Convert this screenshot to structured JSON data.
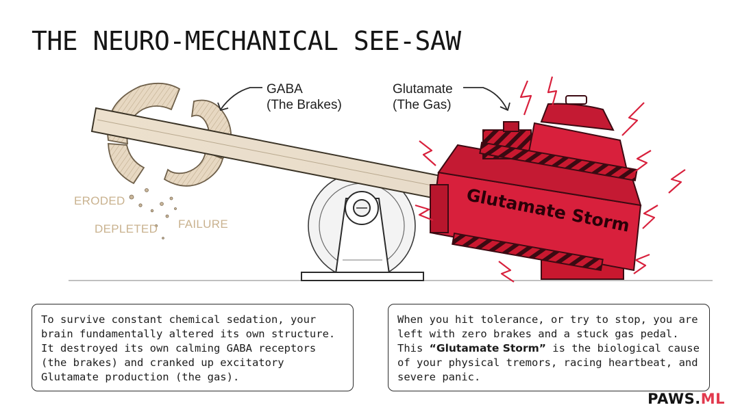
{
  "title": "THE NEURO-MECHANICAL SEE-SAW",
  "callouts": {
    "gaba": {
      "line1": "GABA",
      "line2": "(The Brakes)"
    },
    "glutamate": {
      "line1": "Glutamate",
      "line2": "(The Gas)"
    }
  },
  "tags": {
    "eroded": "ERODED",
    "depleted": "DEPLETED",
    "failure": "FAILURE"
  },
  "block_label": "Glutamate Storm",
  "panels": {
    "left": "To survive constant chemical sedation, your brain fundamentally altered its own structure. It destroyed its own calming GABA receptors (the brakes) and cranked up excitatory Glutamate production (the gas).",
    "right": {
      "before": "When you hit tolerance, or try to stop, you are left with zero brakes and a stuck gas pedal. This ",
      "bold": "“Glutamate Storm”",
      "after": " is the biological cause of your physical tremors, racing heartbeat, and severe panic."
    }
  },
  "brand": {
    "main": "PAWS.",
    "accent": "ML"
  },
  "colors": {
    "gaba": "#e7d8c2",
    "glutamate": "#d8203c",
    "brand_accent": "#e23a4e"
  }
}
